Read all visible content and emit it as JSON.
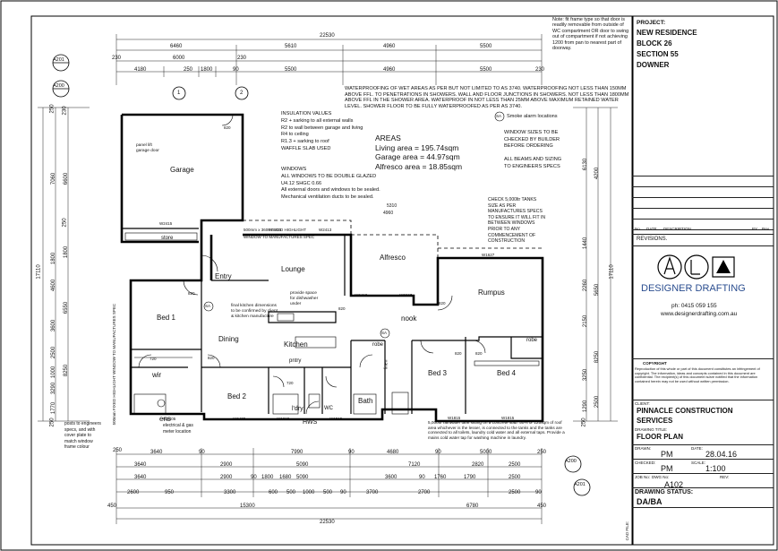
{
  "title_block": {
    "project_label": "PROJECT:",
    "project_lines": [
      "NEW RESIDENCE",
      "BLOCK 26",
      "SECTION 55",
      "DOWNER"
    ],
    "rev_headers": [
      "No.",
      "DATE",
      "DESCRIPTION",
      "BY",
      "Rev"
    ],
    "revisions_label": "REVISIONS.",
    "company_name": "DESIGNER DRAFTING",
    "phone": "ph: 0415 059 155",
    "website": "www.designerdrafting.com.au",
    "copyright_title": "COPYRIGHT",
    "copyright_text": "Reproduction of this whole or part of this document constitutes an infringement of copyright. The information, ideas and concepts contained in this document are confidential. The recipient(s) of this document is/are notified that the information contained herein may not be used without written permission.",
    "client_label": "CLIENT:",
    "client_lines": [
      "PINNACLE CONSTRUCTION",
      "SERVICES"
    ],
    "drawing_title_label": "DRAWING TITLE:",
    "drawing_title": "FLOOR PLAN",
    "drawn_label": "DRAWN:",
    "drawn": "PM",
    "date_label": "DATE:",
    "date": "28.04.16",
    "checked_label": "CHECKED:",
    "checked": "PM",
    "scale_label": "SCALE:",
    "scale": "1:100",
    "job_no_label": "JOB No:",
    "dwg_no_label": "DWG No:",
    "dwg_no": "A102",
    "rev_label": "REV:",
    "status_label": "DRAWING STATUS:",
    "status": "DA/BA",
    "cad_file_label": "CAD FILE:"
  },
  "notes": {
    "frame_note": "Note: fit frame type so that door is readily removable from outside of WC compartment OR door to swing out of compartment if not achieving 1200 from pan to nearest part of doorway.",
    "waterproofing": "WATERPROOFING OF WET AREAS AS PER BUT NOT LIMITED TO AS 3740. WATERPROOFING NOT LESS THAN 150MM ABOVE FFL. TO PENETRATIONS IN SHOWERS. WALL AND FLOOR JUNCTIONS IN SHOWERS. NOT LESS THAN 1800MM ABOVE FFL IN THE SHOWER AREA. WATERPROOF IN NOT LESS THAN 25MM ABOVE MAXIMUM RETAINED WATER LEVEL. SHOWER FLOOR TO BE FULLY WATERPROOFED AS PER AS 3740.",
    "insulation": [
      "INSULATION VALUES",
      "R2 + sarking to all external walls",
      "R2 to wall between garage and living",
      "R4 to ceiling",
      "R1.3 + sarking to roof",
      "WAFFLE SLAB USED"
    ],
    "windows": [
      "WINDOWS",
      "ALL WINDOWS TO BE DOUBLE GLAZED",
      "U4.12 SHGC 0.66",
      "All external doors and windows to be sealed.",
      "Mechanical ventilation ducts to be sealed."
    ],
    "areas_title": "AREAS",
    "areas": [
      "Living area = 195.74sqm",
      "Garage area = 44.97sqm",
      "Alfresco area = 18.85sqm"
    ],
    "smoke_alarm": "Smoke alarm locations",
    "window_sizes": [
      "WINDOW SIZES TO BE",
      "CHECKED BY BUILDER",
      "BEFORE ORDERING"
    ],
    "beams": [
      "ALL BEAMS AND SIZING",
      "TO ENGINEERS SPECS"
    ],
    "tanks": [
      "CHECK 5,000ltr TANKS",
      "SIZE AS PER",
      "MANUFACTURES SPECS",
      "TO ENSURE IT WILL FIT IN",
      "BETWEEN WINDOWS",
      "PRIOR TO ANY",
      "COMMENCEMENT OF",
      "CONSTRUCTION"
    ],
    "rainwater": "5,000ltr rainwater tank sitting on a concrete slab. 50% or 125sqm of roof area whichever is the lesser, is connected to the tanks and the tanks are connected to all toilets, laundry cold water and all external taps. Provide a mains cold water tap for washing machine in laundry.",
    "posts": [
      "posts to engineers",
      "specs, and with",
      "cover plate to",
      "match window",
      "frame colour"
    ],
    "meter": [
      "electrical & gas",
      "meter location"
    ],
    "kitchen_dims": [
      "final kitchen dimensions",
      "to be confirmed by client",
      "& kitchen manufacture"
    ],
    "dishwasher": [
      "provide space",
      "for dishwasher",
      "under"
    ],
    "panel_lift": [
      "panel lift",
      "garage door"
    ]
  },
  "rooms": {
    "garage": "Garage",
    "entry": "Entry",
    "lounge": "Lounge",
    "alfresco": "Alfresco",
    "rumpus": "Rumpus",
    "bed1": "Bed 1",
    "dining": "Dining",
    "kitchen": "Kitchen",
    "nook": "nook",
    "bed2": "Bed 2",
    "bed3": "Bed 3",
    "bed4": "Bed 4",
    "wir": "wir",
    "ens": "ens",
    "ldry": "l'dry",
    "wc": "WC",
    "bath": "Bath",
    "robe": "robe",
    "store": "store",
    "pntry": "pntry",
    "hws": "HWS"
  },
  "dimensions": {
    "top_overall": "22530",
    "top_row2": [
      "6460",
      "5610",
      "4960",
      "5500"
    ],
    "top_row3": [
      "230",
      "6000",
      "230"
    ],
    "top_row4": [
      "4180",
      "250",
      "1800",
      "90",
      "5500",
      "4960",
      "5500",
      "230"
    ],
    "bottom_row1": [
      "250",
      "3640",
      "90",
      "7990",
      "90",
      "4680",
      "90",
      "5000",
      "250"
    ],
    "bottom_row2": [
      "3640",
      "2900",
      "5090",
      "7120",
      "2820",
      "2500"
    ],
    "bottom_row3": [
      "3640",
      "2900",
      "90",
      "1800",
      "1680",
      "5090",
      "3600",
      "90",
      "1760",
      "1790",
      "2500"
    ],
    "bottom_row4": [
      "2600",
      "950",
      "3300",
      "600",
      "500",
      "1000",
      "500",
      "90",
      "3700",
      "2700",
      "2500",
      "90"
    ],
    "bottom_row5": [
      "450",
      "15300",
      "6780",
      "450"
    ],
    "bottom_overall": "22530",
    "left_overall": "17110",
    "right_overall": "17110",
    "left_a": [
      "250",
      "7060",
      "1800",
      "4600",
      "3600",
      "2500",
      "1000",
      "3290",
      "1770",
      "250"
    ],
    "left_b": [
      "230",
      "6600",
      "250",
      "1800",
      "6550",
      "8250"
    ],
    "right_a": [
      "6130",
      "1440",
      "2260",
      "2150",
      "3250",
      "1290",
      "250"
    ],
    "right_b": [
      "4200",
      "5650",
      "8250",
      "2500"
    ]
  },
  "markers": {
    "a201": "A201",
    "a200": "A200",
    "section_1": "1",
    "section_2": "2",
    "smoke": "SA"
  },
  "window_tags": [
    "W2415",
    "W2413",
    "W1627",
    "W2410",
    "W0627",
    "W2405",
    "W2405",
    "W1515",
    "W1815",
    "W1815",
    "W1215",
    "W2415"
  ],
  "door_tags": [
    "820",
    "820",
    "720",
    "820",
    "820",
    "820",
    "820",
    "820",
    "720"
  ],
  "misc_labels": {
    "highlight": "500mm x 3600 FIXED HIGHLIGHT",
    "window_manuf": "WINDOW TO MANUFACTURES SPEC",
    "side_window": "500mm FIXED HIGHLIGHT WINDOW TO MANUFACTURES SPEC",
    "linen": "linen",
    "top_small_dims": [
      "5310",
      "4960"
    ]
  }
}
